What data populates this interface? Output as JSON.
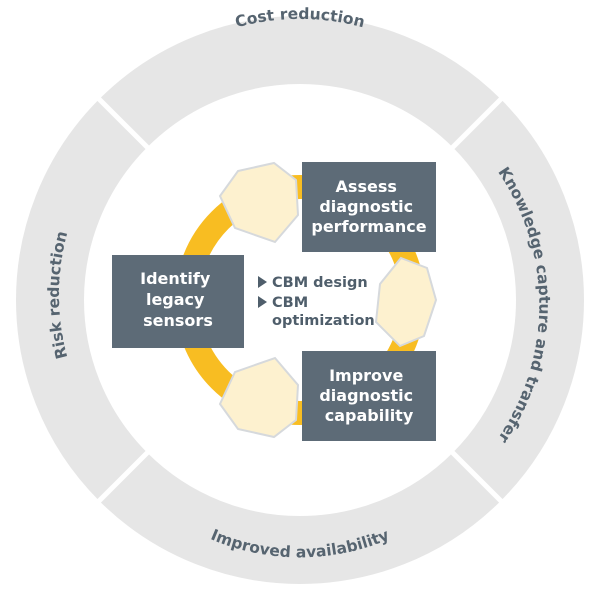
{
  "colors": {
    "outer_ring": "#e6e6e6",
    "ring_text": "#566470",
    "box_fill": "#5d6b77",
    "box_text": "#ffffff",
    "cycle_yellow": "#f8bd22",
    "hexagon_fill": "#fdf1cf",
    "hexagon_stroke": "#d6d9dc",
    "bullet": "#4f5e6b"
  },
  "outer_ring": {
    "top": "Cost reduction",
    "right": "Knowledge capture and transfer",
    "bottom": "Improved availability",
    "left": "Risk reduction"
  },
  "boxes": {
    "assess": [
      "Assess",
      "diagnostic",
      "performance"
    ],
    "identify": [
      "Identify",
      "legacy",
      "sensors"
    ],
    "improve": [
      "Improve",
      "diagnostic",
      "capability"
    ]
  },
  "center": {
    "bullet_icon": "triangle-right-icon",
    "items": [
      {
        "lines": [
          "CBM design"
        ]
      },
      {
        "lines": [
          "CBM",
          "optimization"
        ]
      }
    ]
  }
}
